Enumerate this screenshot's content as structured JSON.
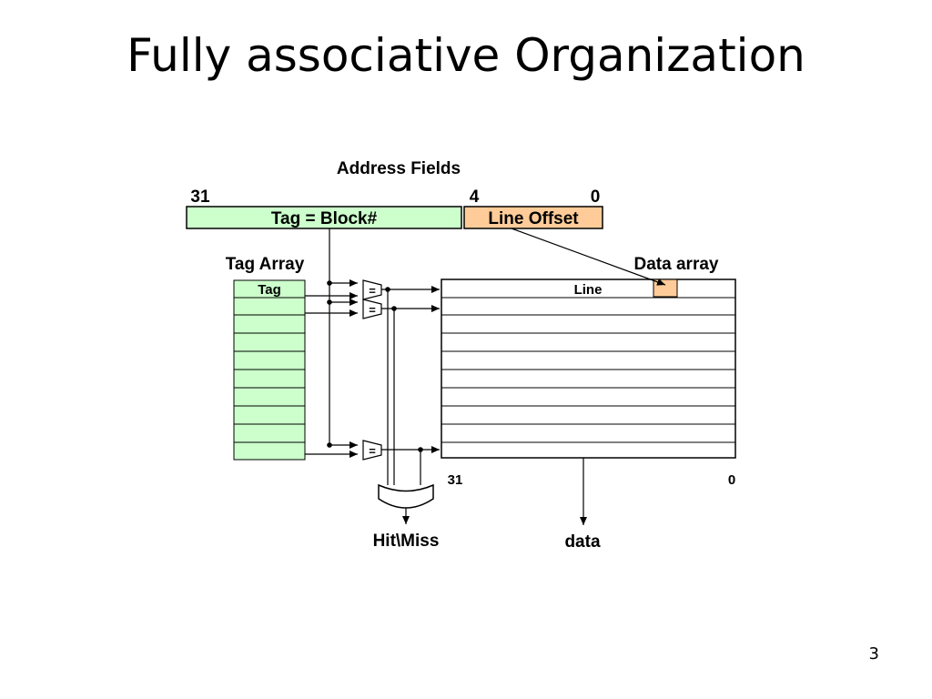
{
  "slide": {
    "title": "Fully associative Organization",
    "page_number": "3"
  },
  "address": {
    "heading": "Address Fields",
    "bit_high": "31",
    "bit_mid": "4",
    "bit_low": "0",
    "tag_field": "Tag = Block#",
    "offset_field": "Line Offset"
  },
  "tag_array": {
    "label": "Tag Array",
    "entry_label": "Tag"
  },
  "data_array": {
    "label": "Data array",
    "line_label": "Line",
    "bit_high": "31",
    "bit_low": "0"
  },
  "comparators": {
    "symbol": "="
  },
  "outputs": {
    "hit_miss": "Hit\\Miss",
    "data": "data"
  },
  "colors": {
    "tag_fill": "#ccffcc",
    "offset_fill": "#ffcc99",
    "stroke": "#000000"
  }
}
